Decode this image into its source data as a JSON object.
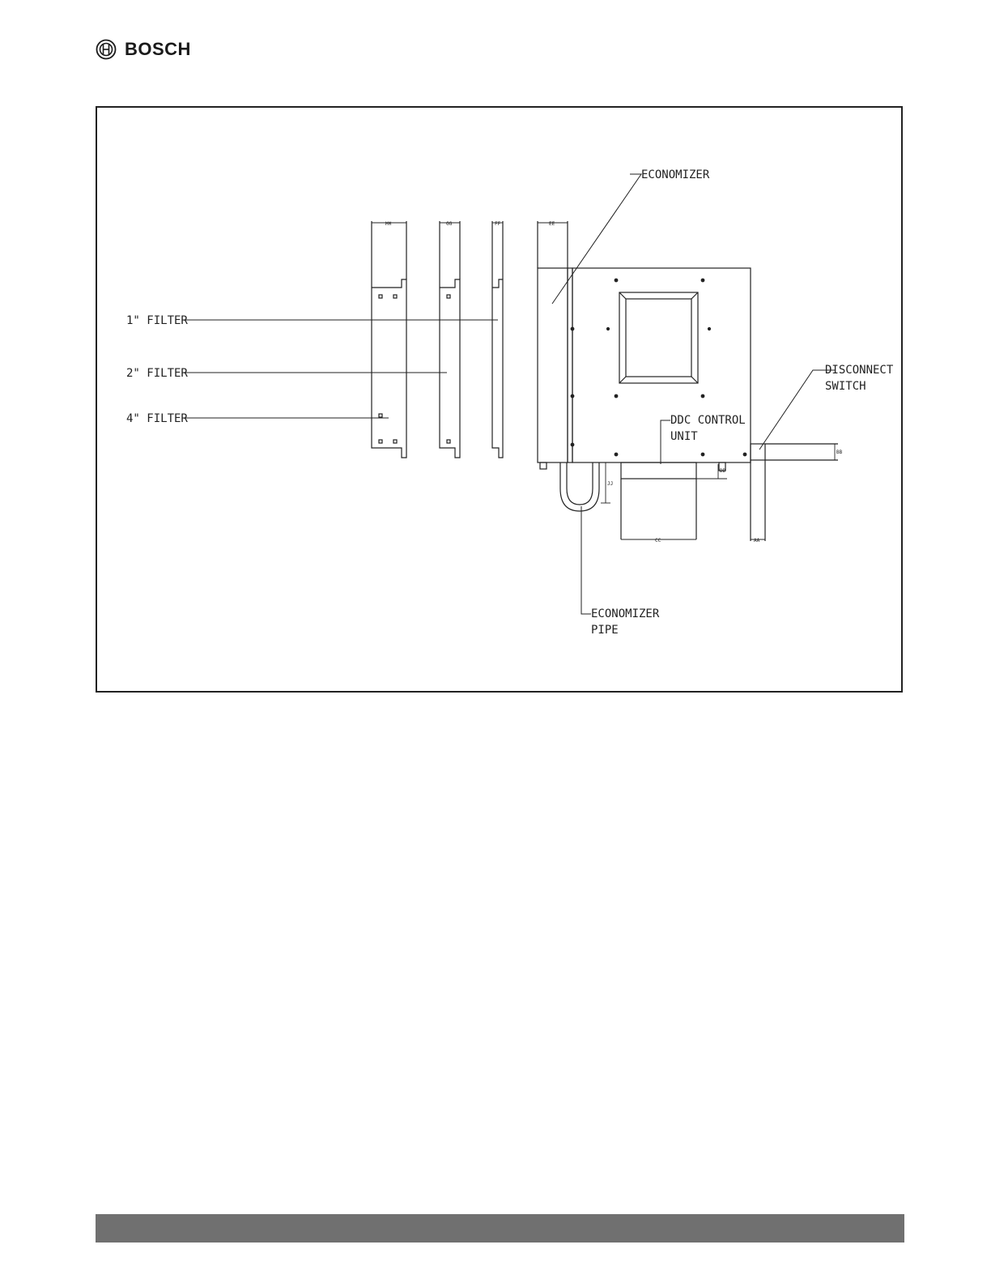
{
  "header": {
    "brand": "BOSCH",
    "logo_icon": "bosch-armature-icon"
  },
  "figure": {
    "labels": {
      "economizer": "ECONOMIZER",
      "filter_1": "1\" FILTER",
      "filter_2": "2\" FILTER",
      "filter_4": "4\" FILTER",
      "disconnect_line1": "DISCONNECT",
      "disconnect_line2": "SWITCH",
      "ddc_line1": "DDC CONTROL",
      "ddc_line2": "UNIT",
      "econ_pipe_line1": "ECONOMIZER",
      "econ_pipe_line2": "PIPE"
    },
    "dimensions": {
      "hh": "HH",
      "gg": "GG",
      "ff": "FF",
      "ee": "EE",
      "jj": "JJ",
      "dd": "DD",
      "cc": "CC",
      "aa": "AA",
      "bb": "BB"
    }
  },
  "footer": {
    "bar_color": "#707070"
  }
}
